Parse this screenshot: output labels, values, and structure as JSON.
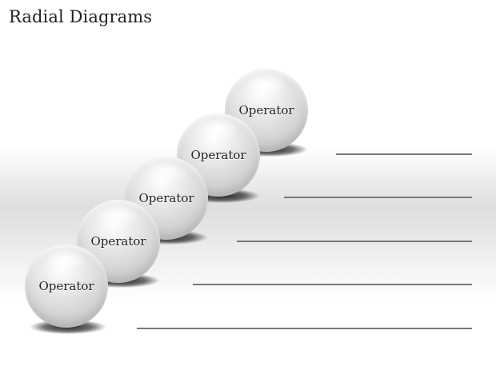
{
  "title": "Radial Diagrams",
  "spheres": [
    {
      "label": "Operator"
    },
    {
      "label": "Operator"
    },
    {
      "label": "Operator"
    },
    {
      "label": "Operator"
    },
    {
      "label": "Operator"
    }
  ],
  "colors": {
    "line": "#777777",
    "sphere_highlight": "#ffffff",
    "sphere_shade": "#b2b2b2",
    "band": "#dedede"
  }
}
